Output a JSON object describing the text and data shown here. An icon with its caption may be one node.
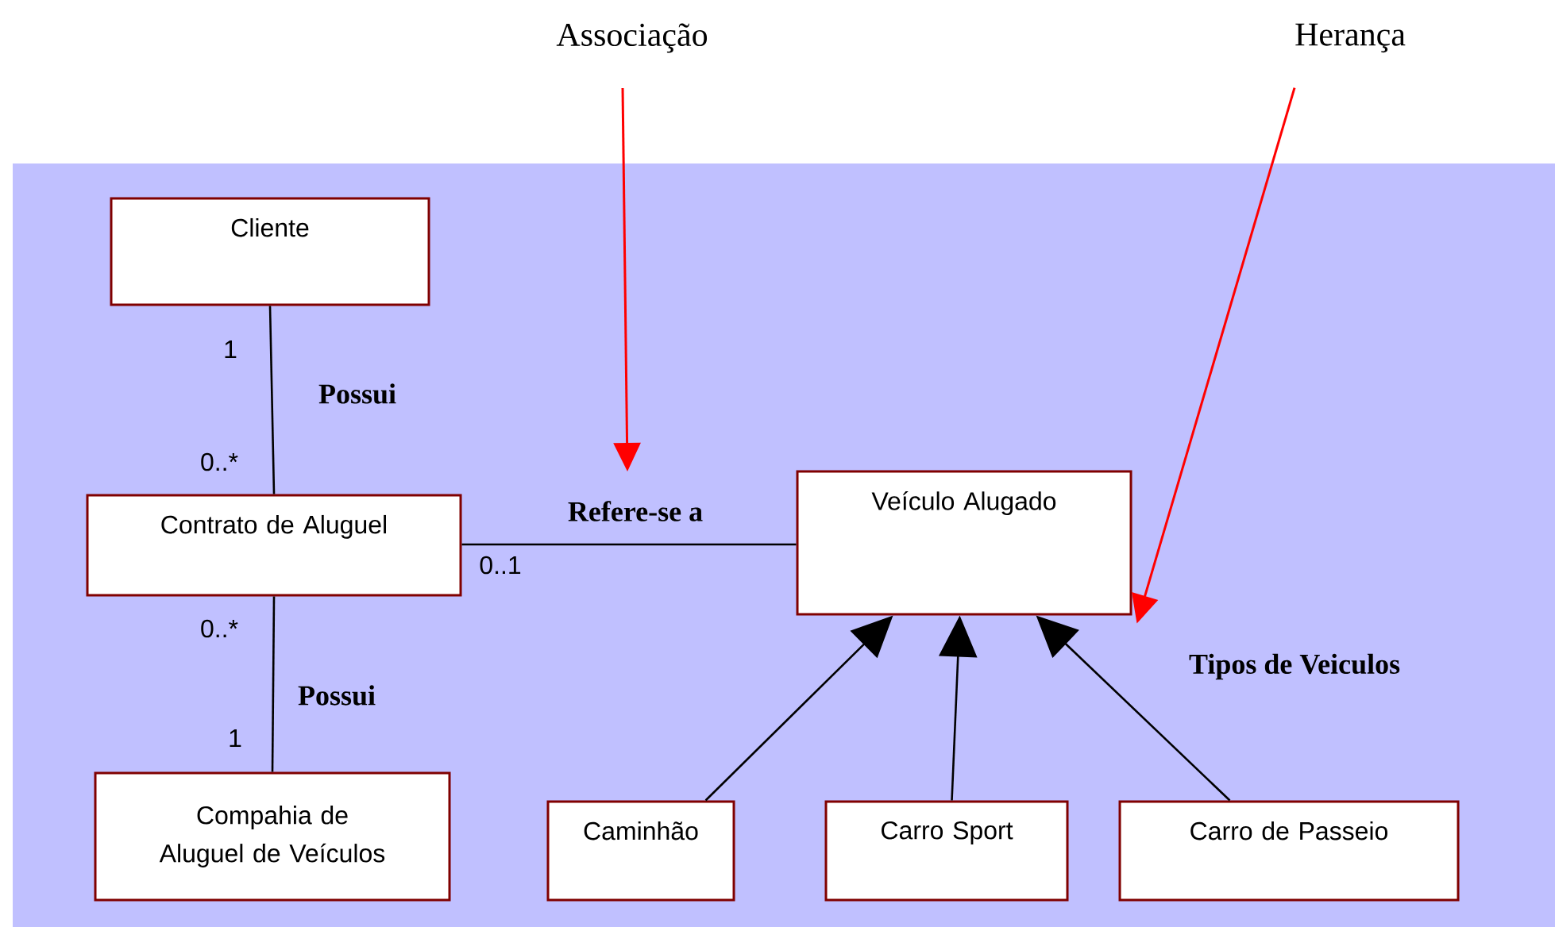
{
  "diagram": {
    "nodes": [
      {
        "text": [
          "Associação"
        ]
      },
      {
        "text": [
          "Herança"
        ]
      },
      {
        "text": [
          "Cliente"
        ]
      },
      {
        "text": [
          "Contrato de Aluguel"
        ]
      },
      {
        "text": [
          "Veículo Alugado"
        ]
      },
      {
        "text": [
          "Compahia de Aluguel de Veículos"
        ]
      },
      {
        "text": [
          "Caminhão"
        ]
      },
      {
        "text": [
          "Carro Sport"
        ]
      },
      {
        "text": [
          "Carro de Passeio"
        ]
      }
    ],
    "edges": [
      {
        "from": 2,
        "to": 3,
        "arrow": "none",
        "label": "Possui"
      },
      {
        "from": 3,
        "to": 5,
        "arrow": "none",
        "label": "Possui"
      },
      {
        "from": 3,
        "to": 4,
        "arrow": "none",
        "label": "Refere-se a"
      },
      {
        "from": 6,
        "to": 4,
        "arrow": "to"
      },
      {
        "from": 7,
        "to": 4,
        "arrow": "to"
      },
      {
        "from": 8,
        "to": 4,
        "arrow": "to"
      },
      {
        "from": 0,
        "to": null,
        "arrow": "to",
        "color": "#ff0000"
      },
      {
        "from": 1,
        "to": 4,
        "arrow": "to",
        "color": "#ff0000"
      }
    ],
    "labels": [
      "1",
      "0..*",
      "0..1",
      "0..*",
      "Tipos de Veiculos",
      "1"
    ]
  }
}
